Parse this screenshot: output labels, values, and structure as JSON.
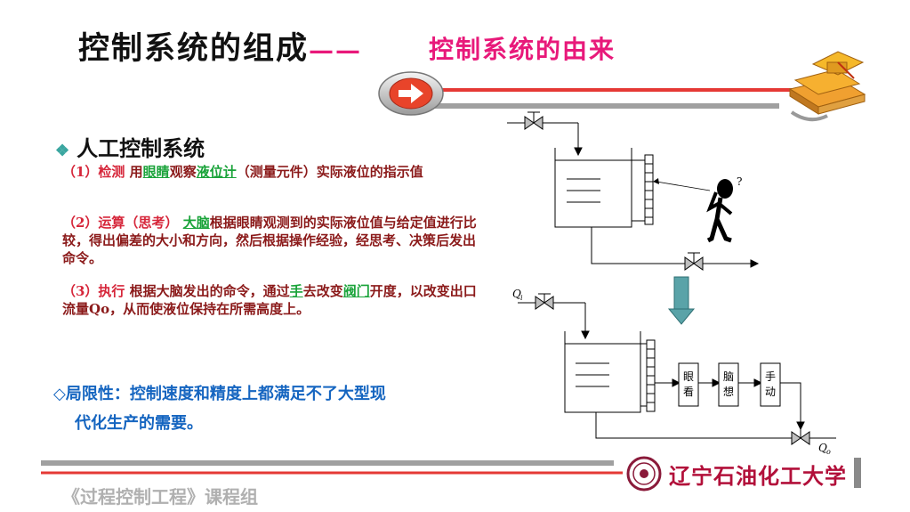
{
  "title": {
    "main": "控制系统的组成",
    "dash": "——",
    "sub": "控制系统的由来"
  },
  "section_heading": "人工控制系统",
  "steps": [
    {
      "tag": "（1）检测",
      "segments": [
        " 用",
        "眼睛",
        "观察",
        "液位计",
        "（测量元件）实际液位的指示值"
      ]
    },
    {
      "tag": "（2）运算（思考）",
      "segments": [
        " ",
        "大脑",
        "根据眼睛观测到的实际液位值与给定值进行比较，得出偏差的大小和方向，然后根据操作经验，经思考、决策后发出命令。"
      ]
    },
    {
      "tag": "（3）执行",
      "segments": [
        " 根据大脑发出的命令，通过",
        "手",
        "去改变",
        "阀门",
        "开度，以改变出口流量Qo，从而使液位保持在所需高度上。"
      ]
    }
  ],
  "limitation": {
    "line1": "◇局限性：控制速度和精度上都满足不了大型现",
    "line2": "代化生产的需要。"
  },
  "diagram": {
    "block_eye": [
      "眼",
      "看"
    ],
    "block_brain": [
      "脑",
      "想"
    ],
    "block_hand": [
      "手",
      "动"
    ],
    "qi_label": "Q",
    "qi_sub": "i",
    "qo_label": "Q",
    "qo_sub": "o"
  },
  "footer": {
    "course": "《过程控制工程》课程组",
    "school": "辽宁石油化工大学"
  },
  "colors": {
    "title_sub": "#e8197a",
    "step_tag": "#d6263a",
    "highlight": "#1aa33a",
    "body_text": "#8b1a1a",
    "limitation": "#1565c0",
    "accent_line": "#e53935",
    "arrow_button": "#e8442a"
  },
  "icons": [
    "arrow-right-icon",
    "graduation-books-icon",
    "diamond-bullet-icon",
    "thinking-person-icon",
    "down-arrow-icon",
    "university-seal-icon"
  ]
}
